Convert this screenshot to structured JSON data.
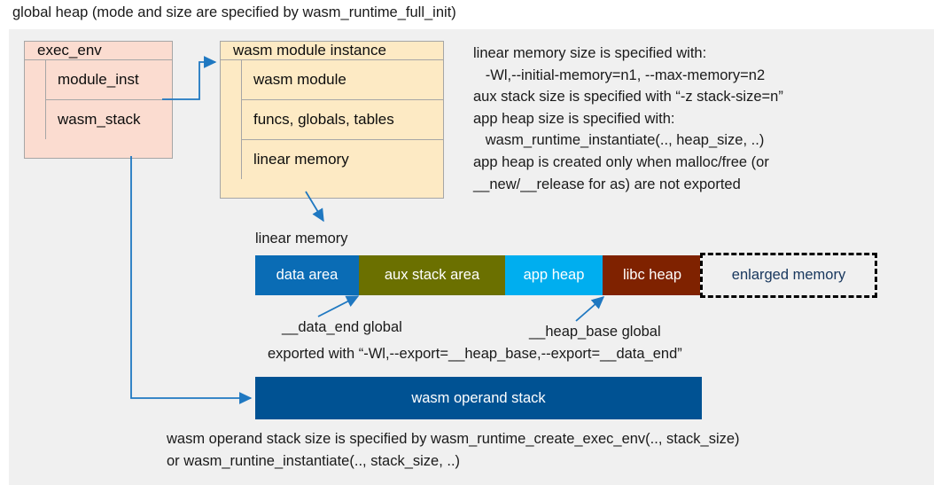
{
  "title": "global heap (mode and size are specified by wasm_runtime_full_init)",
  "colors": {
    "panel_bg": "#f0f0f0",
    "exec_env_fill": "#fbdcd0",
    "module_inst_fill": "#fdeac4",
    "box_border": "#a6a6a6",
    "arrow": "#1f78c1",
    "data_area": "#0a6cb5",
    "aux_stack_area": "#6b7000",
    "app_heap": "#00aeef",
    "libc_heap": "#7f2200",
    "enlarged_border": "#000000",
    "enlarged_text": "#17365d",
    "operand_stack": "#005293"
  },
  "exec_env": {
    "header": "exec_env",
    "rows": [
      "module_inst",
      "wasm_stack"
    ]
  },
  "module_instance": {
    "header": "wasm module instance",
    "rows": [
      "wasm module",
      "funcs, globals, tables",
      "linear memory"
    ]
  },
  "notes": {
    "lines": [
      "linear memory size is specified with:",
      "   -Wl,--initial-memory=n1, --max-memory=n2",
      "aux stack size is specified with “-z stack-size=n”",
      "app heap size is specified with:",
      "   wasm_runtime_instantiate(.., heap_size, ..)",
      "app heap is created only when malloc/free (or",
      "__new/__release for as) are not exported"
    ]
  },
  "memory": {
    "label": "linear memory",
    "segments": [
      {
        "label": "data area",
        "color": "#0a6cb5",
        "width": 117
      },
      {
        "label": "aux stack area",
        "color": "#6b7000",
        "width": 165
      },
      {
        "label": "app heap",
        "color": "#00aeef",
        "width": 110
      },
      {
        "label": "libc heap",
        "color": "#7f2200",
        "width": 112
      }
    ],
    "enlarged": "enlarged memory",
    "callouts": {
      "data_end": "__data_end global",
      "heap_base": "__heap_base global",
      "exported": "exported with “-Wl,--export=__heap_base,--export=__data_end”"
    }
  },
  "operand_stack": {
    "label": "wasm operand stack",
    "notes": [
      "wasm operand stack size is specified by wasm_runtime_create_exec_env(.., stack_size)",
      "or wasm_runtine_instantiate(.., stack_size, ..)"
    ]
  }
}
